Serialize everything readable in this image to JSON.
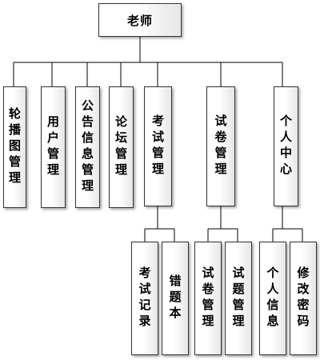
{
  "root": {
    "label": "老师"
  },
  "level1": [
    {
      "id": "carousel",
      "label": "轮播图管理"
    },
    {
      "id": "user",
      "label": "用户管理"
    },
    {
      "id": "notice",
      "label": "公告信息管理"
    },
    {
      "id": "forum",
      "label": "论坛管理"
    },
    {
      "id": "exam",
      "label": "考试管理"
    },
    {
      "id": "paper",
      "label": "试卷管理"
    },
    {
      "id": "personal",
      "label": "个人中心"
    }
  ],
  "level2": {
    "exam": [
      {
        "id": "exam-record",
        "label": "考试记录"
      },
      {
        "id": "wrong-book",
        "label": "错题本"
      }
    ],
    "paper": [
      {
        "id": "paper-manage",
        "label": "试卷管理"
      },
      {
        "id": "question-manage",
        "label": "试题管理"
      }
    ],
    "personal": [
      {
        "id": "personal-info",
        "label": "个人信息"
      },
      {
        "id": "change-password",
        "label": "修改密码"
      }
    ]
  }
}
